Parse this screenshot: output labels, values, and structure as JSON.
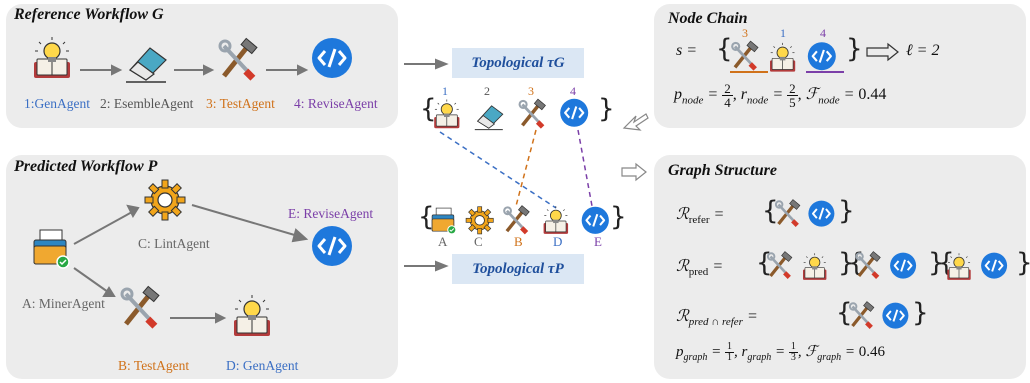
{
  "ref_workflow": {
    "title": "Reference Workflow G",
    "agents": [
      "1:GenAgent",
      "2: EsembleAgent",
      "3: TestAgent",
      "4: ReviseAgent"
    ],
    "colors": [
      "#3b6fc4",
      "#555555",
      "#d0721a",
      "#7b3fa8"
    ]
  },
  "pred_workflow": {
    "title": "Predicted Workflow P",
    "agents": {
      "a": "A: MinerAgent",
      "b": "B: TestAgent",
      "c": "C: LintAgent",
      "d": "D: GenAgent",
      "e": "E: ReviseAgent"
    }
  },
  "topo": {
    "g_label": "Topological τG",
    "p_label": "Topological τP",
    "g_numbers": [
      "1",
      "2",
      "3",
      "4"
    ],
    "p_letters": [
      "A",
      "C",
      "B",
      "D",
      "E"
    ]
  },
  "node_chain": {
    "title": "Node Chain",
    "s_label": "s =",
    "s_numbers": [
      "3",
      "1",
      "4"
    ],
    "ell": "ℓ = 2",
    "p_num": "2",
    "p_den": "4",
    "r_num": "2",
    "r_den": "5",
    "f_value": "0.44"
  },
  "graph_structure": {
    "title": "Graph Structure",
    "refer_label": "refer",
    "pred_label": "pred",
    "intersect_label": "pred ∩ refer",
    "p_num": "1",
    "p_den": "1",
    "r_num": "1",
    "r_den": "3",
    "f_value": "0.46"
  }
}
